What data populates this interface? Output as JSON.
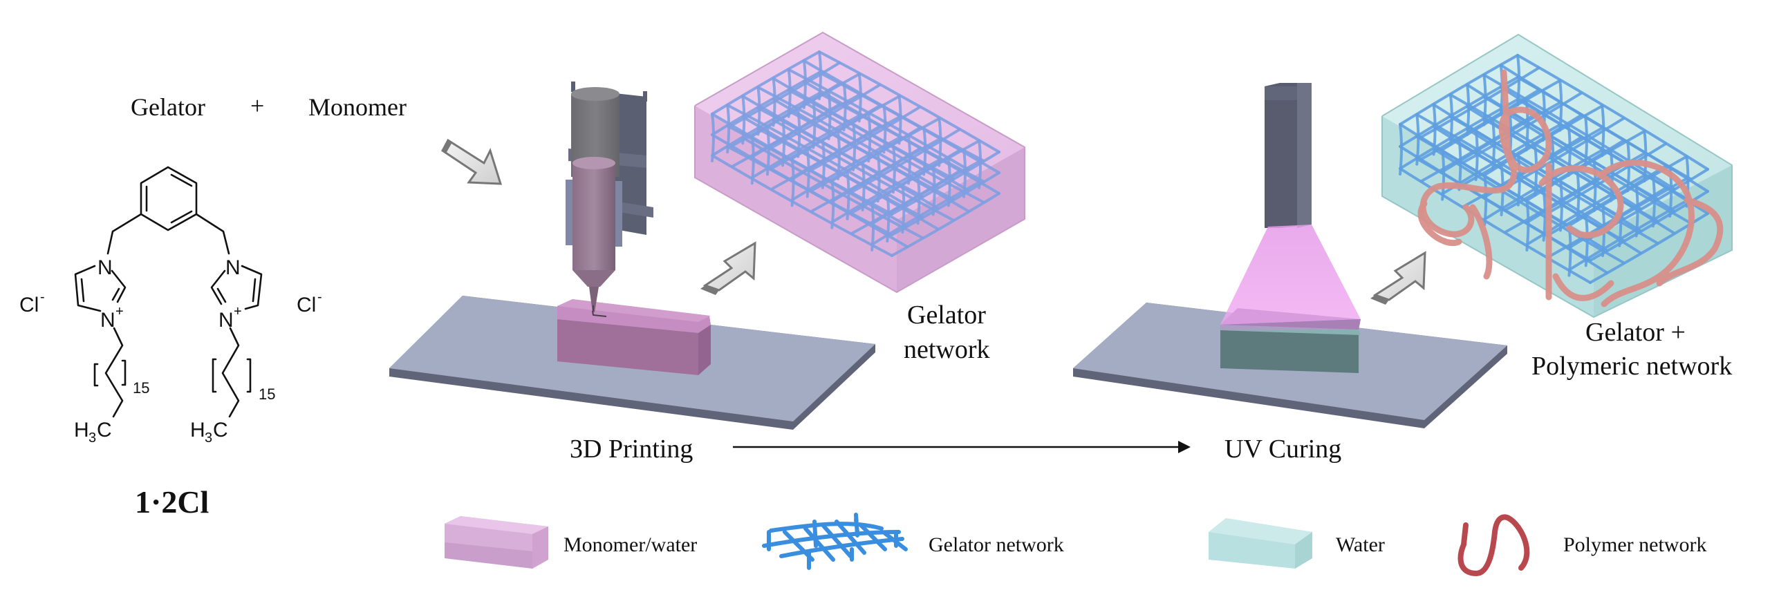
{
  "reaction": {
    "gelator_label": "Gelator",
    "plus": "+",
    "monomer_label": "Monomer"
  },
  "molecule": {
    "name": "1·2Cl",
    "counter_ion": "Cl",
    "counter_ion_charge": "-",
    "n_atom": "N",
    "n_plus_charge": "+",
    "chain_repeat": "15",
    "terminal_group_h": "H",
    "terminal_group_sub": "3",
    "terminal_group_c": "C"
  },
  "steps": {
    "printing_label": "3D Printing",
    "curing_label": "UV Curing",
    "gelator_network_line1": "Gelator",
    "gelator_network_line2": "network",
    "hybrid_network_line1": "Gelator +",
    "hybrid_network_line2": "Polymeric network"
  },
  "legend": [
    {
      "icon": "pink-box-icon",
      "label": "Monomer/water",
      "color": "#e3b4e0"
    },
    {
      "icon": "gelator-network-icon",
      "label": "Gelator network",
      "color": "#3a8ee0"
    },
    {
      "icon": "teal-box-icon",
      "label": "Water",
      "color": "#b5dfe0"
    },
    {
      "icon": "polymer-strand-icon",
      "label": "Polymer network",
      "color": "#c85a5e"
    }
  ],
  "colors": {
    "monomer_pink": "#e6bde6",
    "water_teal": "#c0e6e6",
    "plate": "#a3abc4",
    "device": "#5c6072",
    "gelator_blue": "#6aa8e8",
    "polymer_red": "#d88f8a",
    "uv_light": "#ec9ff0"
  }
}
